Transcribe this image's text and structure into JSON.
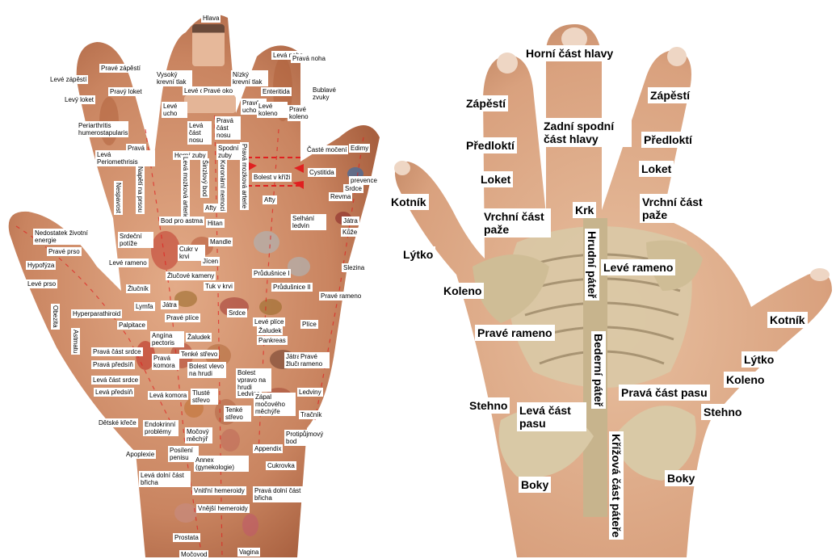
{
  "left_hand": {
    "labels": [
      {
        "id": "hlava",
        "text": "Hlava"
      },
      {
        "id": "prave-zapesti",
        "text": "Pravé zápěstí"
      },
      {
        "id": "leve-zapesti",
        "text": "Levé zápěstí"
      },
      {
        "id": "pravy-loket",
        "text": "Pravý loket"
      },
      {
        "id": "levy-loket",
        "text": "Levý loket"
      },
      {
        "id": "periarthritis",
        "text": "Periarthritis humerostapularis"
      },
      {
        "id": "prava",
        "text": "Pravá"
      },
      {
        "id": "leva-periomethrisis",
        "text": "Levá Periomethrisis"
      },
      {
        "id": "napeti-na-prsou",
        "text": "Napětí na prsou"
      },
      {
        "id": "nespavost",
        "text": "Nespavost"
      },
      {
        "id": "vysoky-tlak",
        "text": "Vysoký krevní tlak"
      },
      {
        "id": "nizky-tlak",
        "text": "Nízký krevní tlak"
      },
      {
        "id": "leve-oko",
        "text": "Levé oko"
      },
      {
        "id": "prave-oko",
        "text": "Pravé oko"
      },
      {
        "id": "leve-ucho",
        "text": "Levé ucho"
      },
      {
        "id": "prave-ucho",
        "text": "Pravé ucho"
      },
      {
        "id": "leva-noha",
        "text": "Levá noha"
      },
      {
        "id": "prava-noha",
        "text": "Pravá noha"
      },
      {
        "id": "enteritida",
        "text": "Enteritida"
      },
      {
        "id": "bublave-zvuky",
        "text": "Bublavé zvuky"
      },
      {
        "id": "leve-koleno",
        "text": "Levé koleno"
      },
      {
        "id": "prave-koleno",
        "text": "Pravé koleno"
      },
      {
        "id": "leva-cast-nosu",
        "text": "Levá část nosu"
      },
      {
        "id": "prava-cast-nosu",
        "text": "Pravá část nosu"
      },
      {
        "id": "spodni-zuby",
        "text": "Spodní zuby"
      },
      {
        "id": "horni-zuby",
        "text": "Horní zuby"
      },
      {
        "id": "leva-mozkova-arterie",
        "text": "Levá mozková arterie"
      },
      {
        "id": "sinzlovy-bod",
        "text": "Šinzlový bod"
      },
      {
        "id": "koronarni-nemoci",
        "text": "Koronární nemoci"
      },
      {
        "id": "prava-mozkova-arterie",
        "text": "Pravá mozková arterie"
      },
      {
        "id": "caste-moceni",
        "text": "Časté močení"
      },
      {
        "id": "edimy",
        "text": "Edimy"
      },
      {
        "id": "bolest-v-krizi",
        "text": "Bolest v kříži"
      },
      {
        "id": "cystitida",
        "text": "Cystitida"
      },
      {
        "id": "prevence",
        "text": "prevence"
      },
      {
        "id": "srdce-top",
        "text": "Srdce"
      },
      {
        "id": "revma",
        "text": "Revma"
      },
      {
        "id": "afty-1",
        "text": "Afty"
      },
      {
        "id": "afty-2",
        "text": "Afty"
      },
      {
        "id": "bod-pro-astma",
        "text": "Bod pro astma"
      },
      {
        "id": "hitan",
        "text": "Hitan"
      },
      {
        "id": "selhani-ledvin",
        "text": "Selhání ledvin"
      },
      {
        "id": "jatra-r",
        "text": "Játra"
      },
      {
        "id": "kuze",
        "text": "Kůže"
      },
      {
        "id": "nedostatek",
        "text": "Nedostatek životní energie"
      },
      {
        "id": "srdecni-potize",
        "text": "Srdeční potíže"
      },
      {
        "id": "mandle",
        "text": "Mandle"
      },
      {
        "id": "prave-prso",
        "text": "Pravé prso"
      },
      {
        "id": "cukr-v-krvi",
        "text": "Cukr v krvi"
      },
      {
        "id": "hypofyza",
        "text": "Hypofýza"
      },
      {
        "id": "leve-rameno",
        "text": "Levé rameno"
      },
      {
        "id": "jicen",
        "text": "Jícen"
      },
      {
        "id": "prudusnice-1",
        "text": "Průdušnice I"
      },
      {
        "id": "slezina",
        "text": "Slezina"
      },
      {
        "id": "leve-prso",
        "text": "Levé prso"
      },
      {
        "id": "zlucove-kameny",
        "text": "Žlučové kameny"
      },
      {
        "id": "zlucnik-l",
        "text": "Žlučník"
      },
      {
        "id": "tuk-v-krvi",
        "text": "Tuk v krvi"
      },
      {
        "id": "prudusnice-2",
        "text": "Průdušnice II"
      },
      {
        "id": "prave-rameno",
        "text": "Pravé rameno"
      },
      {
        "id": "lymfa",
        "text": "Lymfa"
      },
      {
        "id": "jatra-l",
        "text": "Játra"
      },
      {
        "id": "obezita",
        "text": "Obezita"
      },
      {
        "id": "astmatu",
        "text": "Astmatu"
      },
      {
        "id": "hyperparathiroid",
        "text": "Hyperparathiroid"
      },
      {
        "id": "srdce",
        "text": "Srdce"
      },
      {
        "id": "prave-plice",
        "text": "Pravé plíce"
      },
      {
        "id": "leve-plice",
        "text": "Levé plíce"
      },
      {
        "id": "plice",
        "text": "Plíce"
      },
      {
        "id": "palpitace",
        "text": "Palpitace"
      },
      {
        "id": "angina",
        "text": "Angína pectoris"
      },
      {
        "id": "zaludek-1",
        "text": "Žaludek"
      },
      {
        "id": "zaludek-2",
        "text": "Žaludek"
      },
      {
        "id": "pankreas",
        "text": "Pankreas"
      },
      {
        "id": "prava-cast-srdce",
        "text": "Pravá část srdce"
      },
      {
        "id": "prava-komora",
        "text": "Pravá komora"
      },
      {
        "id": "tenke-strevo-1",
        "text": "Tenké střevo"
      },
      {
        "id": "jatra-zlucnik",
        "text": "Játra a žlučník"
      },
      {
        "id": "prave-rameno-2",
        "text": "Pravé rameno"
      },
      {
        "id": "prava-predsin",
        "text": "Pravá předsíň"
      },
      {
        "id": "bolest-vlevo",
        "text": "Bolest vlevo na hrudi"
      },
      {
        "id": "bolest-vpravo",
        "text": "Bolest vpravo na hrudi"
      },
      {
        "id": "leva-cast-srdce",
        "text": "Levá část srdce"
      },
      {
        "id": "leva-predsin",
        "text": "Levá předsíň"
      },
      {
        "id": "leva-komora",
        "text": "Levá komora"
      },
      {
        "id": "tluste-strevo",
        "text": "Tlusté střevo"
      },
      {
        "id": "ledvina",
        "text": "Ledvina"
      },
      {
        "id": "ledviny",
        "text": "Ledviny"
      },
      {
        "id": "zapal",
        "text": "Zápal močového měchýře"
      },
      {
        "id": "detske-krece",
        "text": "Dětské křeče"
      },
      {
        "id": "tenke-strevo-2",
        "text": "Tenké střevo"
      },
      {
        "id": "tracnik",
        "text": "Tračník"
      },
      {
        "id": "endokrinni",
        "text": "Endokrinní problémy"
      },
      {
        "id": "mocovy-mechyr",
        "text": "Močový měchýř"
      },
      {
        "id": "protipujmovy",
        "text": "Protipůjmový bod"
      },
      {
        "id": "apoplexie",
        "text": "Apoplexie"
      },
      {
        "id": "posileni",
        "text": "Posílení penisu"
      },
      {
        "id": "appendix",
        "text": "Appendix"
      },
      {
        "id": "annex",
        "text": "Annex (gynekologie)"
      },
      {
        "id": "cukrovka",
        "text": "Cukrovka"
      },
      {
        "id": "leva-dolni",
        "text": "Levá dolní část břicha"
      },
      {
        "id": "vnitrni-hemeroidy",
        "text": "Vnitřní hemeroidy"
      },
      {
        "id": "prava-dolni",
        "text": "Pravá dolní část břicha"
      },
      {
        "id": "vnejsi-hemeroidy",
        "text": "Vnější hemeroidy"
      },
      {
        "id": "prostata",
        "text": "Prostata"
      },
      {
        "id": "mocovod",
        "text": "Močovod"
      },
      {
        "id": "vagina",
        "text": "Vagina"
      }
    ]
  },
  "right_hand": {
    "labels": [
      {
        "id": "horni-cast-hlavy",
        "text": "Horní část hlavy"
      },
      {
        "id": "zapesti-l",
        "text": "Zápěstí"
      },
      {
        "id": "zapesti-r",
        "text": "Zápěstí"
      },
      {
        "id": "zadni-spodni",
        "text": "Zadní spodní část hlavy"
      },
      {
        "id": "predlokti-l",
        "text": "Předloktí"
      },
      {
        "id": "predlokti-r",
        "text": "Předloktí"
      },
      {
        "id": "loket-l",
        "text": "Loket"
      },
      {
        "id": "loket-r",
        "text": "Loket"
      },
      {
        "id": "kotnik-l",
        "text": "Kotník"
      },
      {
        "id": "krk",
        "text": "Krk"
      },
      {
        "id": "vrchni-l",
        "text": "Vrchní část paže"
      },
      {
        "id": "vrchni-r",
        "text": "Vrchní část paže"
      },
      {
        "id": "lytko-l",
        "text": "Lýtko"
      },
      {
        "id": "hrudni-pater",
        "text": "Hrudní páteř"
      },
      {
        "id": "leve-rameno",
        "text": "Levé rameno"
      },
      {
        "id": "koleno-l",
        "text": "Koleno"
      },
      {
        "id": "kotnik-r",
        "text": "Kotník"
      },
      {
        "id": "prave-rameno",
        "text": "Pravé rameno"
      },
      {
        "id": "bederni-pater",
        "text": "Bederní páteř"
      },
      {
        "id": "lytko-r",
        "text": "Lýtko"
      },
      {
        "id": "koleno-r",
        "text": "Koleno"
      },
      {
        "id": "prava-cast-pasu",
        "text": "Pravá část pasu"
      },
      {
        "id": "stehno-l",
        "text": "Stehno"
      },
      {
        "id": "leva-cast-pasu",
        "text": "Levá část pasu"
      },
      {
        "id": "stehno-r",
        "text": "Stehno"
      },
      {
        "id": "krizova-pater",
        "text": "Křížová část páteře"
      },
      {
        "id": "boky-l",
        "text": "Boky"
      },
      {
        "id": "boky-r",
        "text": "Boky"
      }
    ]
  },
  "colors": {
    "skin": "#c9835f",
    "skin_light": "#e2ad8c",
    "skin_dark": "#a8603f",
    "bone": "#d9c9a6",
    "bone_dark": "#a89473",
    "dot": "#e02020",
    "label_bg": "#ffffff"
  }
}
